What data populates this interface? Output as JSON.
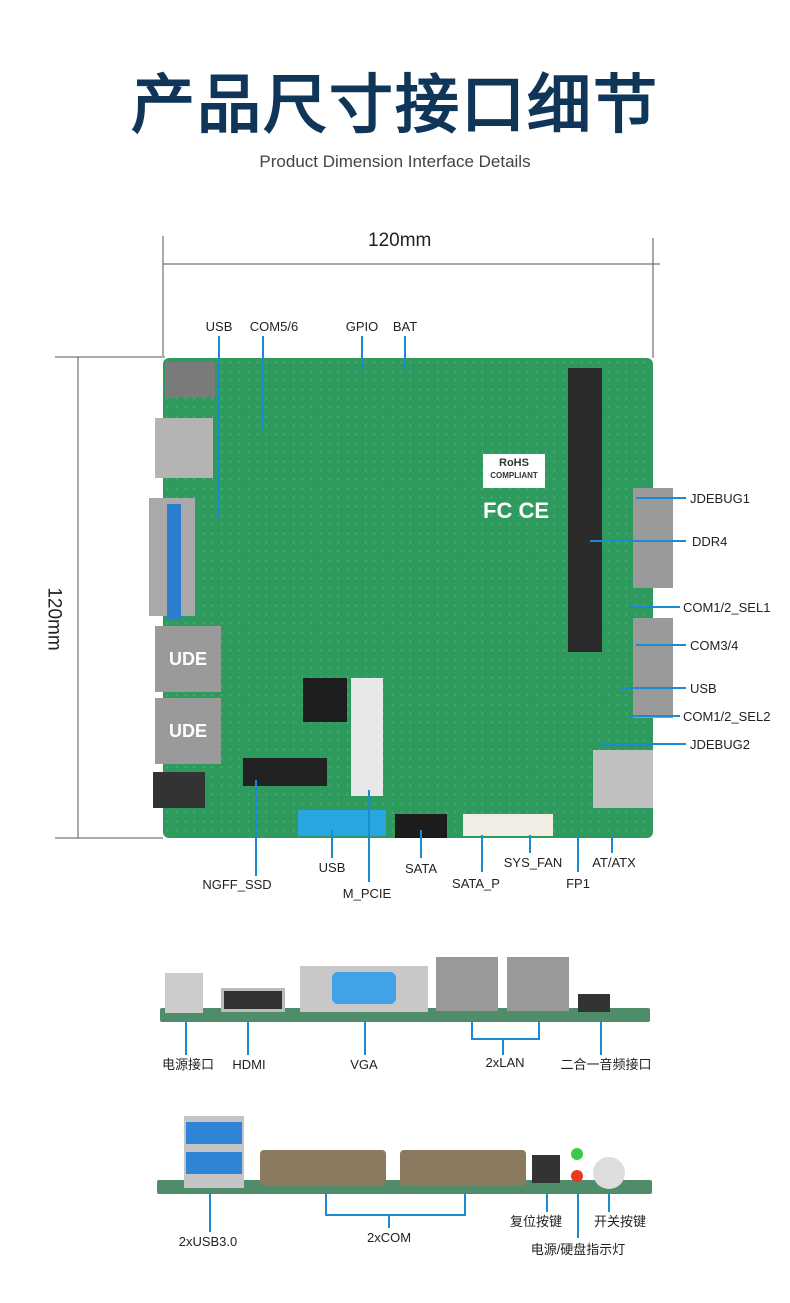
{
  "header": {
    "title": "产品尺寸接口细节",
    "subtitle": "Product Dimension Interface Details"
  },
  "dimensions": {
    "width": "120mm",
    "height": "120mm"
  },
  "board_labels": {
    "top": [
      "USB",
      "COM5/6",
      "GPIO",
      "BAT"
    ],
    "right": [
      "JDEBUG1",
      "DDR4",
      "COM1/2_SEL1",
      "COM3/4",
      "USB",
      "COM1/2_SEL2",
      "JDEBUG2"
    ],
    "bottom": [
      "NGFF_SSD",
      "USB",
      "M_PCIE",
      "SATA",
      "SATA_P",
      "SYS_FAN",
      "FP1",
      "AT/ATX"
    ]
  },
  "board_markings": {
    "rohs": "RoHS",
    "compliant": "COMPLIANT",
    "fcce": "FC CE",
    "lan1": "UDE",
    "lan2": "UDE"
  },
  "side1_labels": [
    "电源接口",
    "HDMI",
    "VGA",
    "2xLAN",
    "二合一音频接口"
  ],
  "side2_labels": [
    "2xUSB3.0",
    "2xCOM",
    "复位按键",
    "电源/硬盘指示灯",
    "开关按键"
  ],
  "colors": {
    "title": "#0f3559",
    "callout": "#1a8ad4",
    "pcb": "#2f9a5e"
  }
}
